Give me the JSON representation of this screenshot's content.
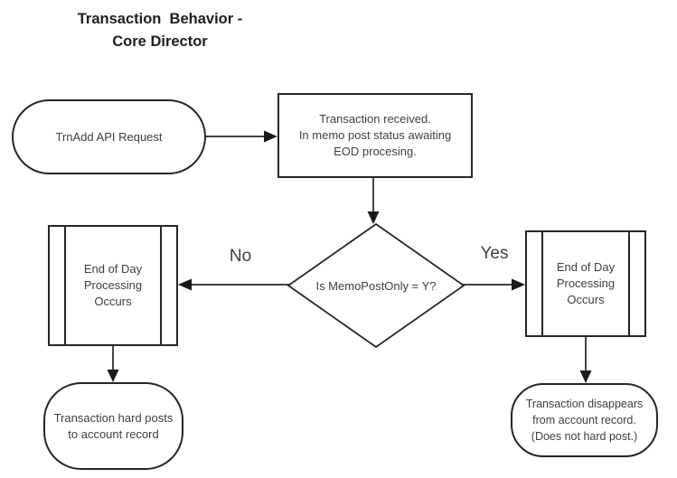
{
  "title": {
    "text": "Transaction  Behavior -\nCore Director"
  },
  "nodes": {
    "start": {
      "label": "TrnAdd API Request"
    },
    "received": {
      "label": "Transaction received.\nIn memo post status awaiting\nEOD procesing."
    },
    "decision": {
      "label": "Is MemoPostOnly = Y?"
    },
    "eod_left": {
      "label": "End of Day\nProcessing\nOccurs"
    },
    "eod_right": {
      "label": "End of Day\nProcessing\nOccurs"
    },
    "hard_post": {
      "label": "Transaction hard posts\nto account record"
    },
    "disappear": {
      "label": "Transaction disappears\nfrom account record.\n(Does not hard post.)"
    }
  },
  "edge_labels": {
    "no": "No",
    "yes": "Yes"
  },
  "colors": {
    "stroke": "#262626",
    "text": "#3f3f3f",
    "title_text": "#1f1f1f",
    "background": "#ffffff"
  }
}
